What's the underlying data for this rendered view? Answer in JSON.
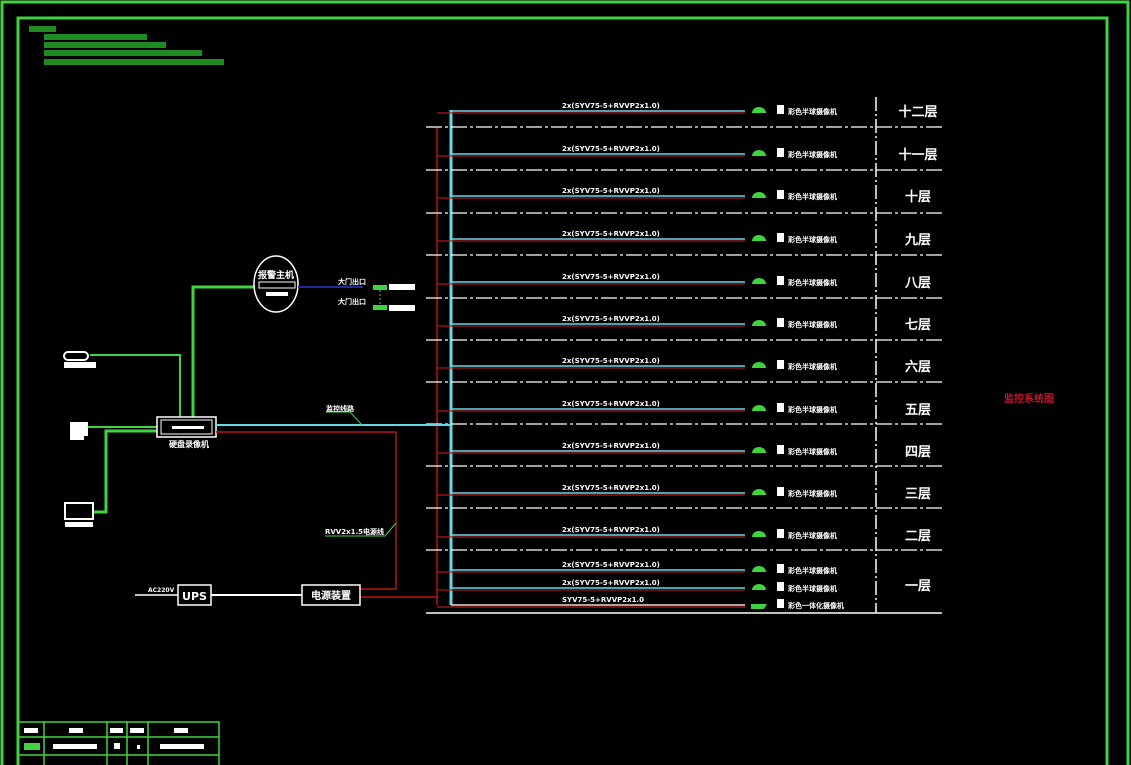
{
  "title_block": {
    "lines": [
      "",
      "",
      "",
      "",
      ""
    ]
  },
  "drawing_title": "监控系统图",
  "colors": {
    "frame": "#3fd43f",
    "riser": "#66d9e8",
    "power": "#b01818",
    "signal": "#3fd43f",
    "alarm": "#1c2a9a",
    "text": "#ffffff",
    "title": "#c0182a"
  },
  "floors": [
    {
      "label": "十二层",
      "cables": [
        {
          "text": "2x(SYV75-5+RVVP2x1.0)",
          "camera": "彩色半球摄像机",
          "icon": "dome-camera"
        }
      ]
    },
    {
      "label": "十一层",
      "cables": [
        {
          "text": "2x(SYV75-5+RVVP2x1.0)",
          "camera": "彩色半球摄像机",
          "icon": "dome-camera"
        }
      ]
    },
    {
      "label": "十层",
      "cables": [
        {
          "text": "2x(SYV75-5+RVVP2x1.0)",
          "camera": "彩色半球摄像机",
          "icon": "dome-camera"
        }
      ]
    },
    {
      "label": "九层",
      "cables": [
        {
          "text": "2x(SYV75-5+RVVP2x1.0)",
          "camera": "彩色半球摄像机",
          "icon": "dome-camera"
        }
      ]
    },
    {
      "label": "八层",
      "cables": [
        {
          "text": "2x(SYV75-5+RVVP2x1.0)",
          "camera": "彩色半球摄像机",
          "icon": "dome-camera"
        }
      ]
    },
    {
      "label": "七层",
      "cables": [
        {
          "text": "2x(SYV75-5+RVVP2x1.0)",
          "camera": "彩色半球摄像机",
          "icon": "dome-camera"
        }
      ]
    },
    {
      "label": "六层",
      "cables": [
        {
          "text": "2x(SYV75-5+RVVP2x1.0)",
          "camera": "彩色半球摄像机",
          "icon": "dome-camera"
        }
      ]
    },
    {
      "label": "五层",
      "cables": [
        {
          "text": "2x(SYV75-5+RVVP2x1.0)",
          "camera": "彩色半球摄像机",
          "icon": "dome-camera"
        }
      ]
    },
    {
      "label": "四层",
      "cables": [
        {
          "text": "2x(SYV75-5+RVVP2x1.0)",
          "camera": "彩色半球摄像机",
          "icon": "dome-camera"
        }
      ]
    },
    {
      "label": "三层",
      "cables": [
        {
          "text": "2x(SYV75-5+RVVP2x1.0)",
          "camera": "彩色半球摄像机",
          "icon": "dome-camera"
        }
      ]
    },
    {
      "label": "二层",
      "cables": [
        {
          "text": "2x(SYV75-5+RVVP2x1.0)",
          "camera": "彩色半球摄像机",
          "icon": "dome-camera"
        }
      ]
    },
    {
      "label": "一层",
      "cables": [
        {
          "text": "2x(SYV75-5+RVVP2x1.0)",
          "camera": "彩色半球摄像机",
          "icon": "dome-camera"
        },
        {
          "text": "2x(SYV75-5+RVVP2x1.0)",
          "camera": "彩色半球摄像机",
          "icon": "dome-camera"
        },
        {
          "text": "SYV75-5+RVVP2x1.0",
          "camera": "彩色一体化摄像机",
          "icon": "box-camera"
        }
      ]
    }
  ],
  "equipment": {
    "dvr": "硬盘录像机",
    "alarm_host": "报警主机",
    "alarm_outputs": [
      "大门出口",
      "大门出口"
    ],
    "riser_label": "监控线路",
    "power_cable_label": "RVV2x1.5电源线",
    "ups": "UPS",
    "ups_input": "AC220V",
    "power_unit": "电源装置"
  },
  "legend_table": {
    "headers": [
      "",
      "",
      "",
      "",
      ""
    ]
  }
}
